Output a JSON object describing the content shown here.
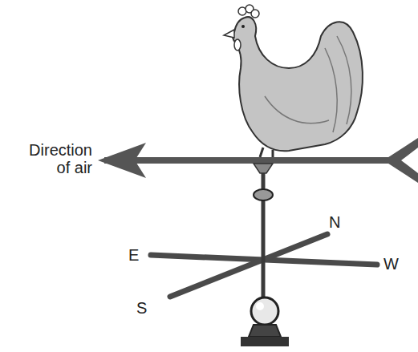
{
  "diagram": {
    "labels": [
      "Direction of air",
      "E",
      "N",
      "W",
      "S"
    ]
  }
}
